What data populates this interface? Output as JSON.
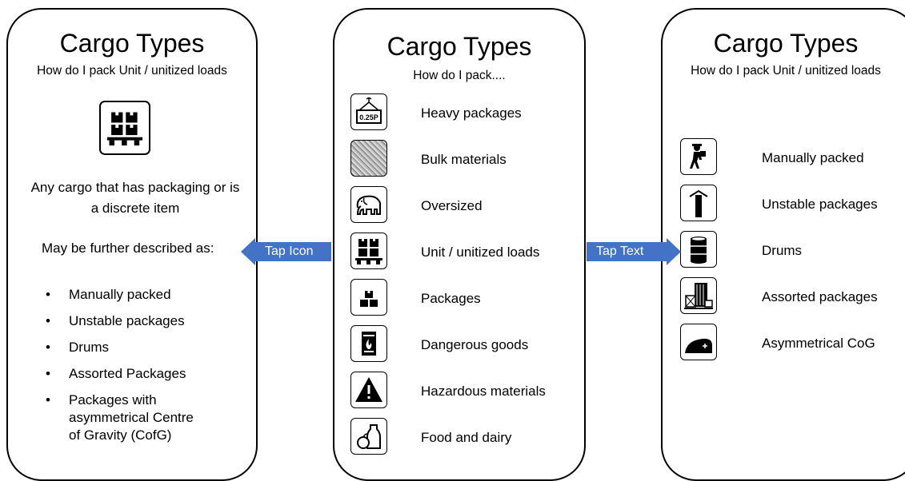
{
  "left": {
    "title": "Cargo Types",
    "subtitle": "How do I pack Unit / unitized loads",
    "icon": "pallet-icon",
    "description": "Any cargo that has packaging or is a discrete item",
    "further": "May be further described as:",
    "bullets": [
      "Manually packed",
      "Unstable packages",
      "Drums",
      "Assorted Packages",
      "Packages with asymmetrical Centre of Gravity (CofG)"
    ]
  },
  "center": {
    "title": "Cargo Types",
    "subtitle": "How do I pack....",
    "items": [
      {
        "label": "Heavy packages",
        "icon": "crane-weight-icon",
        "icon_text": "0.25P"
      },
      {
        "label": "Bulk materials",
        "icon": "gravel-icon"
      },
      {
        "label": "Oversized",
        "icon": "elephant-icon"
      },
      {
        "label": "Unit / unitized loads",
        "icon": "pallet-icon"
      },
      {
        "label": "Packages",
        "icon": "boxes-icon"
      },
      {
        "label": "Dangerous goods",
        "icon": "flammable-drum-icon"
      },
      {
        "label": "Hazardous materials",
        "icon": "warning-triangle-icon"
      },
      {
        "label": "Food and dairy",
        "icon": "food-icon"
      }
    ]
  },
  "right": {
    "title": "Cargo Types",
    "subtitle": "How do I pack Unit / unitized loads",
    "items": [
      {
        "label": "Manually packed",
        "icon": "worker-carrying-icon"
      },
      {
        "label": "Unstable packages",
        "icon": "tall-package-icon"
      },
      {
        "label": "Drums",
        "icon": "drum-icon"
      },
      {
        "label": "Assorted packages",
        "icon": "assorted-packages-icon"
      },
      {
        "label": "Asymmetrical CoG",
        "icon": "asymmetrical-cog-icon"
      }
    ]
  },
  "arrows": {
    "tap_icon": "Tap Icon",
    "tap_text": "Tap Text",
    "color": "#4472c4"
  }
}
